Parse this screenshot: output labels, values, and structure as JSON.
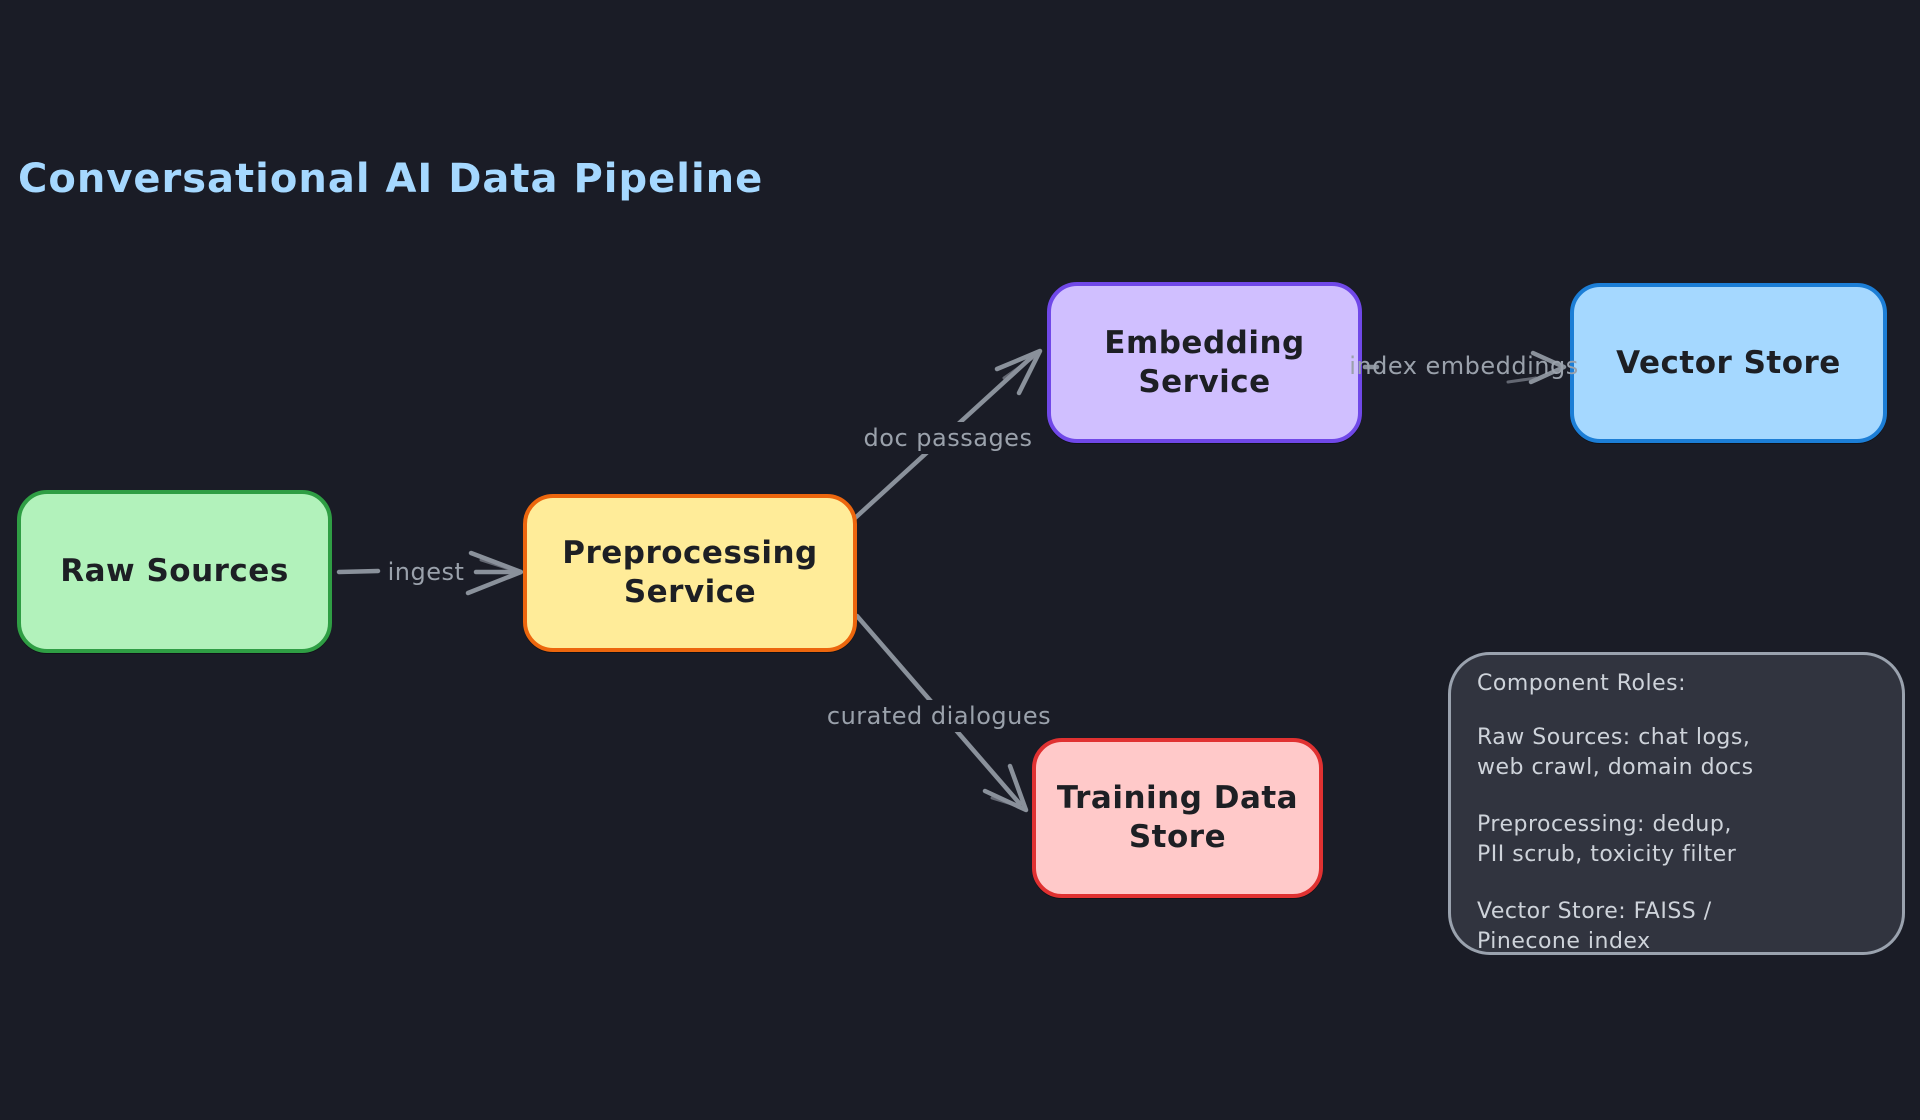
{
  "title": "Conversational AI Data Pipeline",
  "colors": {
    "background": "#1a1c26",
    "title": "#a5d8ff",
    "arrow": "#8a919b",
    "edge_label": "#9aa1ab",
    "node_text": "#1d1f24",
    "note_fill": "#31343f",
    "note_stroke": "#9aa2ae",
    "note_text": "#ced3da"
  },
  "nodes": {
    "raw_sources": {
      "label": "Raw Sources",
      "fill": "#b2f2bb",
      "stroke": "#2f9e44"
    },
    "preprocessing": {
      "label": "Preprocessing\nService",
      "fill": "#ffec99",
      "stroke": "#ec660d"
    },
    "embedding": {
      "label": "Embedding\nService",
      "fill": "#d0bfff",
      "stroke": "#7048e8"
    },
    "vector_store": {
      "label": "Vector Store",
      "fill": "#a5d8ff",
      "stroke": "#1c7ed6"
    },
    "training_store": {
      "label": "Training Data\nStore",
      "fill": "#ffc9c9",
      "stroke": "#e03131"
    }
  },
  "edges": {
    "ingest": {
      "label": "ingest"
    },
    "doc_passages": {
      "label": "doc passages"
    },
    "index_embeddings": {
      "label": "index embeddings"
    },
    "curated_dialogues": {
      "label": "curated dialogues"
    }
  },
  "note": {
    "heading": "Component Roles:",
    "items": [
      "Raw Sources: chat logs,\nweb crawl, domain docs",
      "Preprocessing: dedup,\nPII scrub, toxicity filter",
      "Vector Store: FAISS /\nPinecone index"
    ]
  }
}
